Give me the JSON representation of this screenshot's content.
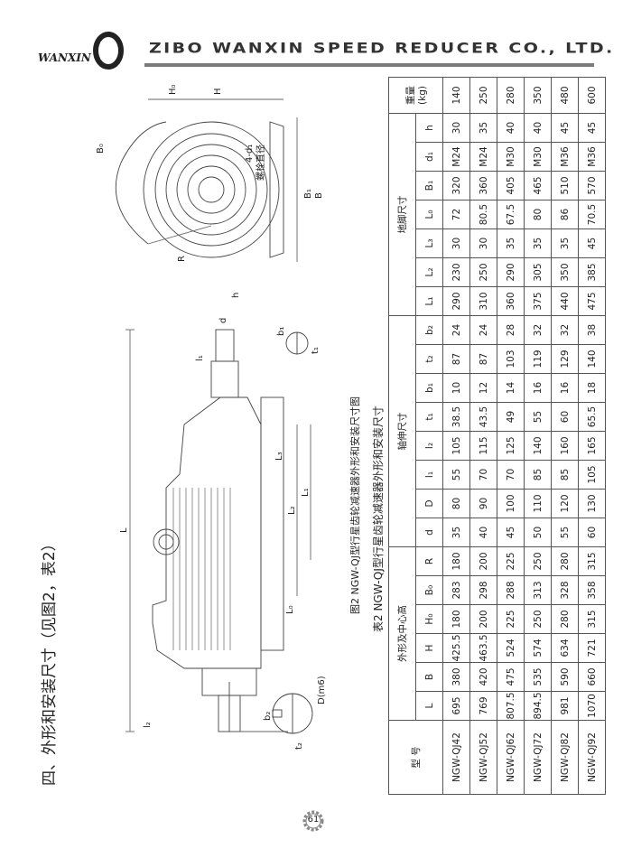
{
  "header": {
    "logo_text": "WANXIN",
    "company": "ZIBO WANXIN SPEED REDUCER CO., LTD."
  },
  "section_title": "四、外形和安装尺寸（见图2，表2）",
  "figure": {
    "caption": "图2 NGW-QJ型行星齿轮减速器外形和安装尺寸图",
    "labels": {
      "L": "L",
      "H": "H",
      "H0": "H₀",
      "B": "B",
      "B0": "B₀",
      "B1": "B₁",
      "R": "R",
      "L1": "L₁",
      "L2": "L₂",
      "L3": "L₃",
      "L0": "L₀",
      "l1": "l₁",
      "l2": "l₂",
      "t1": "t₁",
      "t2": "t₂",
      "b1": "b₁",
      "b2": "b₂",
      "d": "d",
      "D": "D(m6)",
      "h": "h",
      "bolt": "4-d₁",
      "bolt_note": "螺栓直径"
    }
  },
  "table": {
    "title": "表2 NGW-QJ型行星齿轮减速器外形和安装尺寸",
    "group_headers": {
      "model": "型 号",
      "outline": "外形及中心高",
      "shaft": "轴伸尺寸",
      "foot": "地脚尺寸",
      "weight": "重量 (kg)"
    },
    "columns": [
      "L",
      "B",
      "H",
      "H₀",
      "B₀",
      "R",
      "d",
      "D",
      "l₁",
      "l₂",
      "t₁",
      "b₁",
      "t₂",
      "b₂",
      "L₁",
      "L₂",
      "L₃",
      "L₀",
      "B₁",
      "d₁",
      "h"
    ],
    "rows": [
      {
        "model": "NGW-QJ42",
        "values": [
          "695",
          "380",
          "425.5",
          "180",
          "283",
          "180",
          "35",
          "80",
          "55",
          "105",
          "38.5",
          "10",
          "87",
          "24",
          "290",
          "230",
          "30",
          "72",
          "320",
          "M24",
          "30"
        ],
        "weight": "140"
      },
      {
        "model": "NGW-QJ52",
        "values": [
          "769",
          "420",
          "463.5",
          "200",
          "298",
          "200",
          "40",
          "90",
          "70",
          "115",
          "43.5",
          "12",
          "87",
          "24",
          "310",
          "250",
          "30",
          "80.5",
          "360",
          "M24",
          "35"
        ],
        "weight": "250"
      },
      {
        "model": "NGW-QJ62",
        "values": [
          "807.5",
          "475",
          "524",
          "225",
          "288",
          "225",
          "45",
          "100",
          "70",
          "125",
          "49",
          "14",
          "103",
          "28",
          "360",
          "290",
          "35",
          "67.5",
          "405",
          "M30",
          "40"
        ],
        "weight": "280"
      },
      {
        "model": "NGW-QJ72",
        "values": [
          "894.5",
          "535",
          "574",
          "250",
          "313",
          "250",
          "50",
          "110",
          "85",
          "140",
          "55",
          "16",
          "119",
          "32",
          "375",
          "305",
          "35",
          "80",
          "465",
          "M30",
          "40"
        ],
        "weight": "350"
      },
      {
        "model": "NGW-QJ82",
        "values": [
          "981",
          "590",
          "634",
          "280",
          "328",
          "280",
          "55",
          "120",
          "85",
          "160",
          "60",
          "16",
          "129",
          "32",
          "440",
          "350",
          "35",
          "86",
          "510",
          "M36",
          "45"
        ],
        "weight": "480"
      },
      {
        "model": "NGW-QJ92",
        "values": [
          "1070",
          "660",
          "721",
          "315",
          "358",
          "315",
          "60",
          "130",
          "105",
          "165",
          "65.5",
          "18",
          "140",
          "38",
          "475",
          "385",
          "45",
          "70.5",
          "570",
          "M36",
          "45"
        ],
        "weight": "600"
      }
    ]
  },
  "page_number": "61"
}
